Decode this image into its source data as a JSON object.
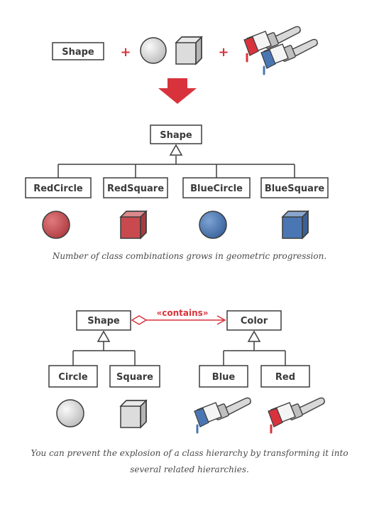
{
  "colors": {
    "accent": "#d8333c",
    "red_fill": "#c84a4e",
    "blue_fill": "#4a77b4",
    "grey_fill": "#dcdcdc",
    "stroke": "#3d3d3d"
  },
  "top": {
    "shape_label": "Shape",
    "plus": "+"
  },
  "hierarchy1": {
    "root": "Shape",
    "children": [
      "RedCircle",
      "RedSquare",
      "BlueCircle",
      "BlueSquare"
    ],
    "caption": "Number of class combinations grows in geometric progression."
  },
  "hierarchy2": {
    "shape_root": "Shape",
    "shape_children": [
      "Circle",
      "Square"
    ],
    "relation_label": "«contains»",
    "color_root": "Color",
    "color_children": [
      "Blue",
      "Red"
    ],
    "caption_line1": "You can prevent the explosion of a class hierarchy by transforming it into",
    "caption_line2": "several related hierarchies."
  },
  "icons": [
    "grey-sphere-icon",
    "grey-cube-icon",
    "red-paintbrush-icon",
    "blue-paintbrush-icon",
    "down-arrow-icon",
    "red-sphere-icon",
    "red-cube-icon",
    "blue-sphere-icon",
    "blue-cube-icon"
  ]
}
